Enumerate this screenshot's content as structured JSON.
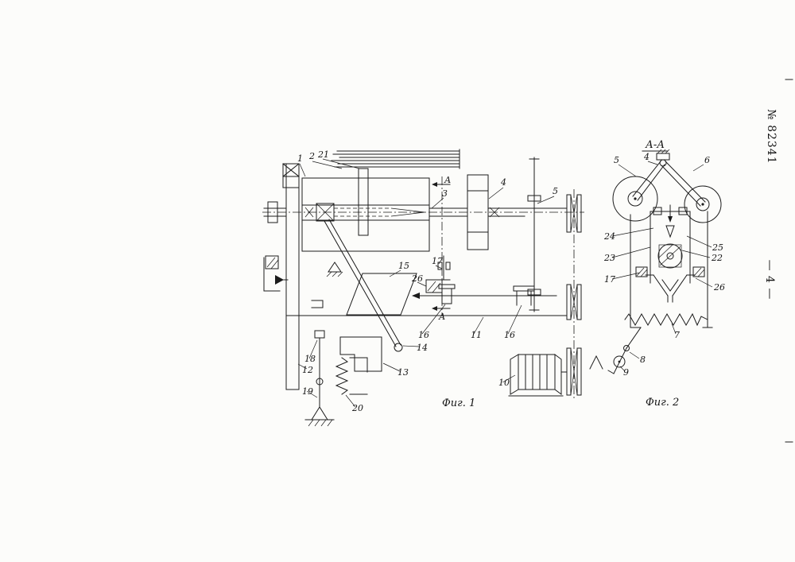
{
  "page": {
    "patent_number": "№ 82341",
    "page_number": "— 4 —"
  },
  "fig1": {
    "caption": "Фиг. 1",
    "labels": [
      {
        "part": "frame",
        "text": "1"
      },
      {
        "part": "vertical-bar",
        "text": "2"
      },
      {
        "part": "leaf-pack",
        "text": "21"
      },
      {
        "part": "shaft-end",
        "text": "3"
      },
      {
        "part": "pulley-block",
        "text": "4"
      },
      {
        "part": "vertical-shaft",
        "text": "5"
      },
      {
        "part": "guide-parallelogram",
        "text": "15"
      },
      {
        "part": "bracket",
        "text": "17"
      },
      {
        "part": "slider-piece",
        "text": "26"
      },
      {
        "part": "fork-left",
        "text": "16"
      },
      {
        "part": "lever-end",
        "text": "14"
      },
      {
        "part": "rod",
        "text": "11"
      },
      {
        "part": "fork-right",
        "text": "16"
      },
      {
        "part": "step-block",
        "text": "13"
      },
      {
        "part": "knife",
        "text": "18"
      },
      {
        "part": "frame-bottom",
        "text": "12"
      },
      {
        "part": "push-rod",
        "text": "19"
      },
      {
        "part": "spring",
        "text": "20"
      },
      {
        "part": "motor",
        "text": "10"
      },
      {
        "part": "section-arrow-top",
        "text": "А"
      },
      {
        "part": "section-arrow-bottom",
        "text": "А"
      }
    ]
  },
  "fig2": {
    "caption": "Фиг. 2",
    "section_title": "А-А",
    "labels": [
      {
        "part": "left-link",
        "text": "5"
      },
      {
        "part": "top-pivot",
        "text": "4"
      },
      {
        "part": "right-link",
        "text": "6"
      },
      {
        "part": "left-plate",
        "text": "24"
      },
      {
        "part": "right-plate-upper",
        "text": "25"
      },
      {
        "part": "left-mid",
        "text": "23"
      },
      {
        "part": "right-mid",
        "text": "22"
      },
      {
        "part": "left-lower",
        "text": "17"
      },
      {
        "part": "right-lower",
        "text": "26"
      },
      {
        "part": "spring",
        "text": "7"
      },
      {
        "part": "bell-crank",
        "text": "8"
      },
      {
        "part": "roller",
        "text": "9"
      }
    ]
  }
}
